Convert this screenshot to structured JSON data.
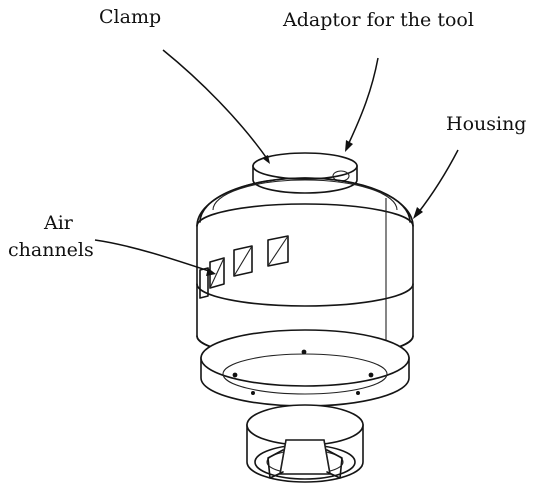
{
  "labels": {
    "clamp": "Clamp",
    "adaptor": "Adaptor for the tool",
    "housing": "Housing",
    "air_channels_line1": "Air",
    "air_channels_line2": "channels"
  },
  "colors": {
    "line": "#151515",
    "background": "#ffffff"
  }
}
